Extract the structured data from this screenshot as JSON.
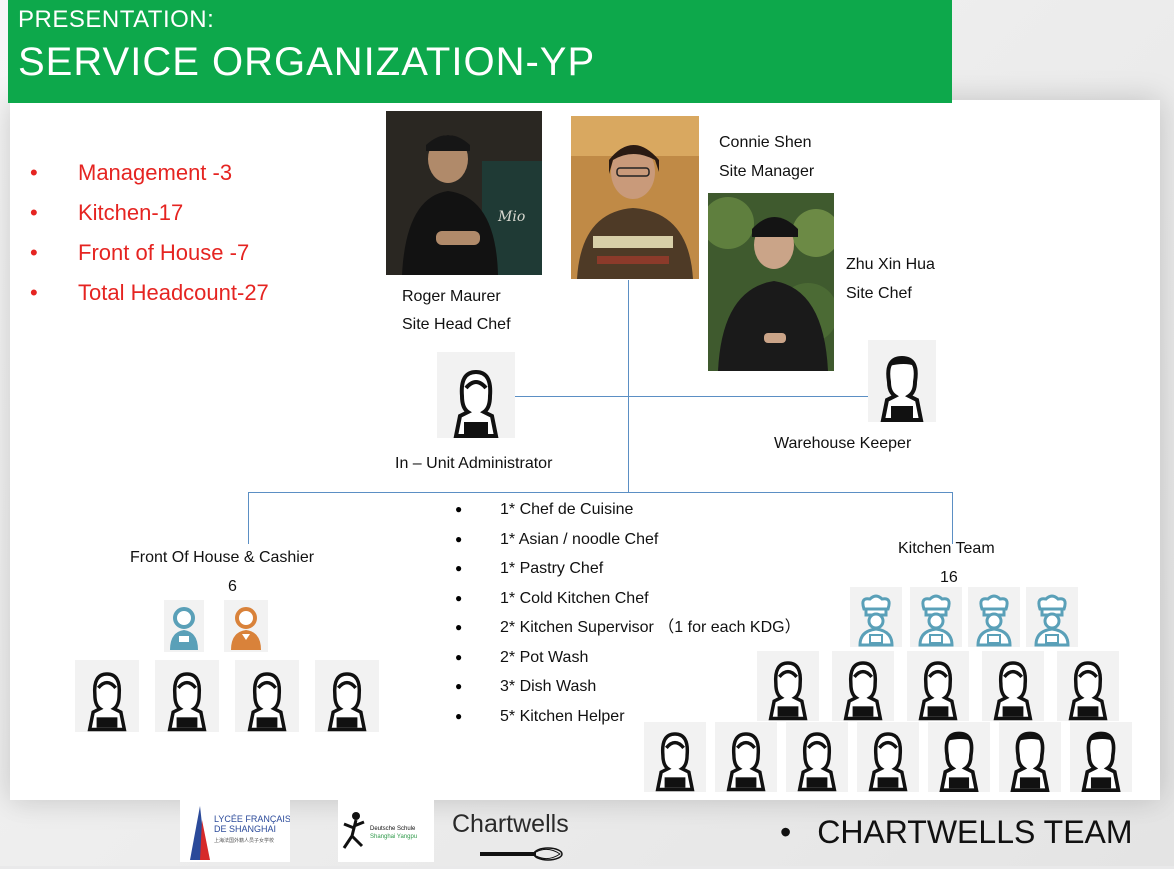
{
  "banner": {
    "kicker": "PRESENTATION:",
    "title": "SERVICE ORGANIZATION-YP"
  },
  "summary": [
    {
      "text": "Management -3"
    },
    {
      "text": "Kitchen-17"
    },
    {
      "text": "Front of House -7"
    },
    {
      "text": "Total Headcount-27"
    }
  ],
  "people": {
    "roger": {
      "name": "Roger Maurer",
      "role": "Site Head Chef"
    },
    "connie": {
      "name": "Connie Shen",
      "role": "Site Manager"
    },
    "zhu": {
      "name": "Zhu Xin Hua",
      "role": "Site Chef"
    },
    "admin": {
      "role": "In – Unit Administrator"
    },
    "warehouse": {
      "role": "Warehouse Keeper"
    }
  },
  "front_of_house": {
    "title": "Front Of House & Cashier",
    "count": "6"
  },
  "kitchen_team": {
    "title": "Kitchen Team",
    "count": "16"
  },
  "duties": [
    "1* Chef de Cuisine",
    "1* Asian / noodle Chef",
    "1* Pastry Chef",
    "1* Cold Kitchen Chef",
    "2* Kitchen Supervisor （1 for each KDG）",
    "2* Pot Wash",
    "3* Dish Wash",
    "5* Kitchen Helper"
  ],
  "logos": {
    "lycee_line1": "LYCÉE FRANÇAIS",
    "lycee_line2": "DE SHANGHAI",
    "lycee_sub": "上海法国外籍人员子女学校",
    "ds_line1": "Deutsche Schule",
    "ds_line2": "Shanghai Yangpu",
    "chartwells": "Chartwells"
  },
  "team_label": "CHARTWELLS TEAM",
  "colors": {
    "banner": "#0da84b",
    "summary_text": "#e52421",
    "connector": "#5b8fc4",
    "chef_icon": "#5aa0b8",
    "waiter_icon": "#d9823a"
  }
}
